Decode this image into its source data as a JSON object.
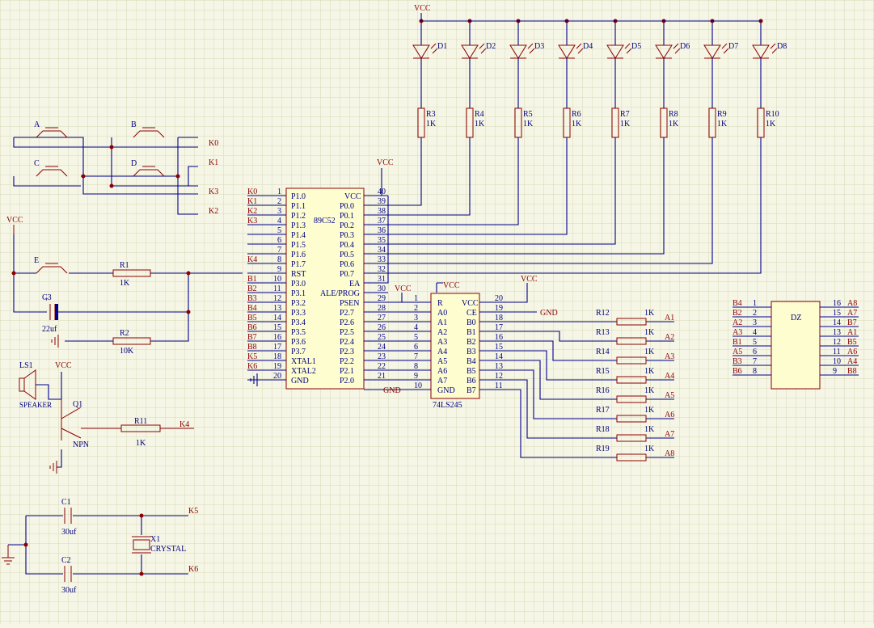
{
  "mcu": {
    "name": "89C52",
    "left_pins": [
      {
        "num": "1",
        "name": "P1.0",
        "net": "K0"
      },
      {
        "num": "2",
        "name": "P1.1",
        "net": "K1"
      },
      {
        "num": "3",
        "name": "P1.2",
        "net": "K2"
      },
      {
        "num": "4",
        "name": "P1.3",
        "net": "K3"
      },
      {
        "num": "5",
        "name": "P1.4",
        "net": ""
      },
      {
        "num": "6",
        "name": "P1.5",
        "net": ""
      },
      {
        "num": "7",
        "name": "P1.6",
        "net": ""
      },
      {
        "num": "8",
        "name": "P1.7",
        "net": "K4"
      },
      {
        "num": "9",
        "name": "RST",
        "net": ""
      },
      {
        "num": "10",
        "name": "P3.0",
        "net": "B1"
      },
      {
        "num": "11",
        "name": "P3.1",
        "net": "B2"
      },
      {
        "num": "12",
        "name": "P3.2",
        "net": "B3"
      },
      {
        "num": "13",
        "name": "P3.3",
        "net": "B4"
      },
      {
        "num": "14",
        "name": "P3.4",
        "net": "B5"
      },
      {
        "num": "15",
        "name": "P3.5",
        "net": "B6"
      },
      {
        "num": "16",
        "name": "P3.6",
        "net": "B7"
      },
      {
        "num": "17",
        "name": "P3.7",
        "net": "B8"
      },
      {
        "num": "18",
        "name": "XTAL1",
        "net": "K5"
      },
      {
        "num": "19",
        "name": "XTAL2",
        "net": "K6"
      },
      {
        "num": "20",
        "name": "GND",
        "net": ""
      }
    ],
    "right_pins": [
      {
        "num": "40",
        "name": "VCC"
      },
      {
        "num": "39",
        "name": "P0.0"
      },
      {
        "num": "38",
        "name": "P0.1"
      },
      {
        "num": "37",
        "name": "P0.2"
      },
      {
        "num": "36",
        "name": "P0.3"
      },
      {
        "num": "35",
        "name": "P0.4"
      },
      {
        "num": "34",
        "name": "P0.5"
      },
      {
        "num": "33",
        "name": "P0.6"
      },
      {
        "num": "32",
        "name": "P0.7"
      },
      {
        "num": "31",
        "name": "EA"
      },
      {
        "num": "30",
        "name": "ALE/PROG"
      },
      {
        "num": "29",
        "name": "PSEN"
      },
      {
        "num": "28",
        "name": "P2.7"
      },
      {
        "num": "27",
        "name": "P2.6"
      },
      {
        "num": "26",
        "name": "P2.5"
      },
      {
        "num": "25",
        "name": "P2.4"
      },
      {
        "num": "24",
        "name": "P2.3"
      },
      {
        "num": "23",
        "name": "P2.2"
      },
      {
        "num": "22",
        "name": "P2.1"
      },
      {
        "num": "21",
        "name": "P2.0"
      }
    ]
  },
  "buffer": {
    "name": "74LS245",
    "left_pins": [
      {
        "num": "1",
        "name": "R"
      },
      {
        "num": "2",
        "name": "A0"
      },
      {
        "num": "3",
        "name": "A1"
      },
      {
        "num": "4",
        "name": "A2"
      },
      {
        "num": "5",
        "name": "A3"
      },
      {
        "num": "6",
        "name": "A4"
      },
      {
        "num": "7",
        "name": "A5"
      },
      {
        "num": "8",
        "name": "A6"
      },
      {
        "num": "9",
        "name": "A7"
      },
      {
        "num": "10",
        "name": "GND"
      }
    ],
    "right_pins": [
      {
        "num": "20",
        "name": "VCC"
      },
      {
        "num": "19",
        "name": "CE"
      },
      {
        "num": "18",
        "name": "B0"
      },
      {
        "num": "17",
        "name": "B1"
      },
      {
        "num": "16",
        "name": "B2"
      },
      {
        "num": "15",
        "name": "B3"
      },
      {
        "num": "14",
        "name": "B4"
      },
      {
        "num": "13",
        "name": "B5"
      },
      {
        "num": "12",
        "name": "B6"
      },
      {
        "num": "11",
        "name": "B7"
      }
    ]
  },
  "buffer_resistors": [
    {
      "ref": "R12",
      "value": "1K",
      "net": "A1"
    },
    {
      "ref": "R13",
      "value": "1K",
      "net": "A2"
    },
    {
      "ref": "R14",
      "value": "1K",
      "net": "A3"
    },
    {
      "ref": "R15",
      "value": "1K",
      "net": "A4"
    },
    {
      "ref": "R16",
      "value": "1K",
      "net": "A5"
    },
    {
      "ref": "R17",
      "value": "1K",
      "net": "A6"
    },
    {
      "ref": "R18",
      "value": "1K",
      "net": "A7"
    },
    {
      "ref": "R19",
      "value": "1K",
      "net": "A8"
    }
  ],
  "leds": [
    {
      "ref": "D1",
      "r": "R3",
      "value": "1K"
    },
    {
      "ref": "D2",
      "r": "R4",
      "value": "1K"
    },
    {
      "ref": "D3",
      "r": "R5",
      "value": "1K"
    },
    {
      "ref": "D4",
      "r": "R6",
      "value": "1K"
    },
    {
      "ref": "D5",
      "r": "R7",
      "value": "1K"
    },
    {
      "ref": "D6",
      "r": "R8",
      "value": "1K"
    },
    {
      "ref": "D7",
      "r": "R9",
      "value": "1K"
    },
    {
      "ref": "D8",
      "r": "R10",
      "value": "1K"
    }
  ],
  "dz": {
    "name": "DZ",
    "left_pins": [
      {
        "num": "1",
        "net": "B4"
      },
      {
        "num": "2",
        "net": "B2"
      },
      {
        "num": "3",
        "net": "A2"
      },
      {
        "num": "4",
        "net": "A3"
      },
      {
        "num": "5",
        "net": "B1"
      },
      {
        "num": "6",
        "net": "A5"
      },
      {
        "num": "7",
        "net": "B3"
      },
      {
        "num": "8",
        "net": "B6"
      }
    ],
    "right_pins": [
      {
        "num": "16",
        "net": "A8"
      },
      {
        "num": "15",
        "net": "A7"
      },
      {
        "num": "14",
        "net": "B7"
      },
      {
        "num": "13",
        "net": "A1"
      },
      {
        "num": "12",
        "net": "B5"
      },
      {
        "num": "11",
        "net": "A6"
      },
      {
        "num": "10",
        "net": "A4"
      },
      {
        "num": "9",
        "net": "B8"
      }
    ]
  },
  "buttons": [
    {
      "ref": "A",
      "net": "K0"
    },
    {
      "ref": "B",
      "net": "K1"
    },
    {
      "ref": "C",
      "net": "K3"
    },
    {
      "ref": "D",
      "net": "K2"
    }
  ],
  "reset": {
    "button": "E",
    "r1": "R1",
    "r1_value": "1K",
    "c3": "C3",
    "c3_value": "22uf",
    "r2": "R2",
    "r2_value": "10K",
    "plus": "+"
  },
  "speaker": {
    "ref": "LS1",
    "label": "SPEAKER",
    "q": "Q1",
    "q_type": "NPN",
    "r": "R11",
    "r_value": "1K",
    "net": "K4"
  },
  "crystal": {
    "c1": "C1",
    "c1_value": "30uf",
    "c2": "C2",
    "c2_value": "30uf",
    "x": "X1",
    "x_label": "CRYSTAL",
    "net1": "K5",
    "net2": "K6"
  },
  "power": {
    "vcc": "VCC",
    "gnd": "GND"
  },
  "colors": {
    "wire": "#00008b",
    "part": "#8b0000",
    "body": "#fdfdcf",
    "grid": "#d8d8b8",
    "background": "#f6f6e6"
  }
}
